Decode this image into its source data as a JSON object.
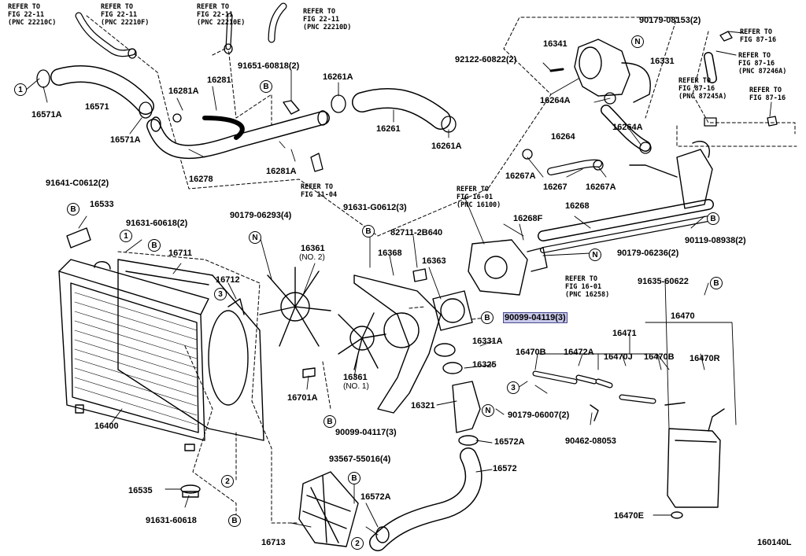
{
  "diagram_code": "160140L",
  "highlighted_part": "90099-04119(3)",
  "callouts": {
    "one": "1",
    "two": "2",
    "three": "3",
    "b": "B",
    "n": "N"
  },
  "references": [
    {
      "id": "ref-22210c",
      "text": "REFER TO\nFIG 22-11\n(PNC 22210C)"
    },
    {
      "id": "ref-22210f",
      "text": "REFER TO\nFIG 22-11\n(PNC 22210F)"
    },
    {
      "id": "ref-22210e",
      "text": "REFER TO\nFIG 22-11\n(PNC 22210E)"
    },
    {
      "id": "ref-22210d",
      "text": "REFER TO\nFIG 22-11\n(PNC 22210D)"
    },
    {
      "id": "ref-8716a",
      "text": "REFER TO\nFIG 87-16"
    },
    {
      "id": "ref-87246a",
      "text": "REFER TO\nFIG 87-16\n(PNC 87246A)"
    },
    {
      "id": "ref-87245a",
      "text": "REFER TO\nFIG 87-16\n(PNC 87245A)"
    },
    {
      "id": "ref-8716b",
      "text": "REFER TO\nFIG 87-16"
    },
    {
      "id": "ref-1104",
      "text": "REFER TO\nFIG 11-04"
    },
    {
      "id": "ref-16100",
      "text": "REFER TO\nFIG 16-01\n(PNC 16100)"
    },
    {
      "id": "ref-16258",
      "text": "REFER TO\nFIG 16-01\n(PNC 16258)"
    }
  ],
  "labels": [
    "16571",
    "16571A",
    "16571A",
    "16281A",
    "16281",
    "91651-60818(2)",
    "16261A",
    "16261",
    "16261A",
    "16278",
    "16281A",
    "90179-08153(2)",
    "92122-60822(2)",
    "16341",
    "16331",
    "16264A",
    "16264",
    "16264A",
    "16267A",
    "16267",
    "16267A",
    "91641-C0612(2)",
    "16533",
    "91631-60618(2)",
    "16711",
    "16712",
    "16400",
    "16535",
    "91631-60618",
    "90179-06293(4)",
    "16361",
    "(NO. 2)",
    "16361",
    "(NO. 1)",
    "16701A",
    "91631-G0612(3)",
    "82711-2B640",
    "16368",
    "16363",
    "16268F",
    "16268",
    "90119-08938(2)",
    "90179-06236(2)",
    "91635-60622",
    "16470",
    "16471",
    "16331A",
    "16325",
    "16470B",
    "16472A",
    "16470J",
    "16470B",
    "16470R",
    "16321",
    "90179-06007(2)",
    "90462-08053",
    "90099-04117(3)",
    "16572A",
    "93567-55016(4)",
    "16572",
    "16572A",
    "16713",
    "16470E"
  ]
}
